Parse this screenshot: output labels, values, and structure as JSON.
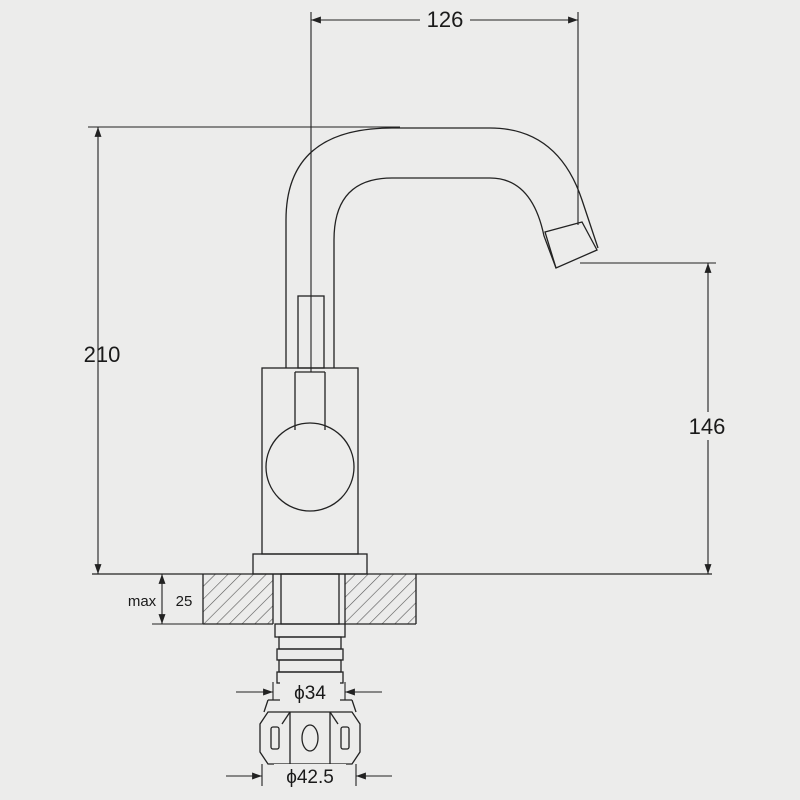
{
  "drawing": {
    "dimensions": {
      "spout_reach": "126",
      "total_height": "210",
      "spout_height": "146",
      "max_label": "max",
      "max_thickness": "25",
      "shank_diameter": "ϕ34",
      "nut_diameter": "ϕ42.5"
    },
    "colors": {
      "background": "#ececeb",
      "line": "#222222",
      "hatch": "#555555"
    }
  }
}
